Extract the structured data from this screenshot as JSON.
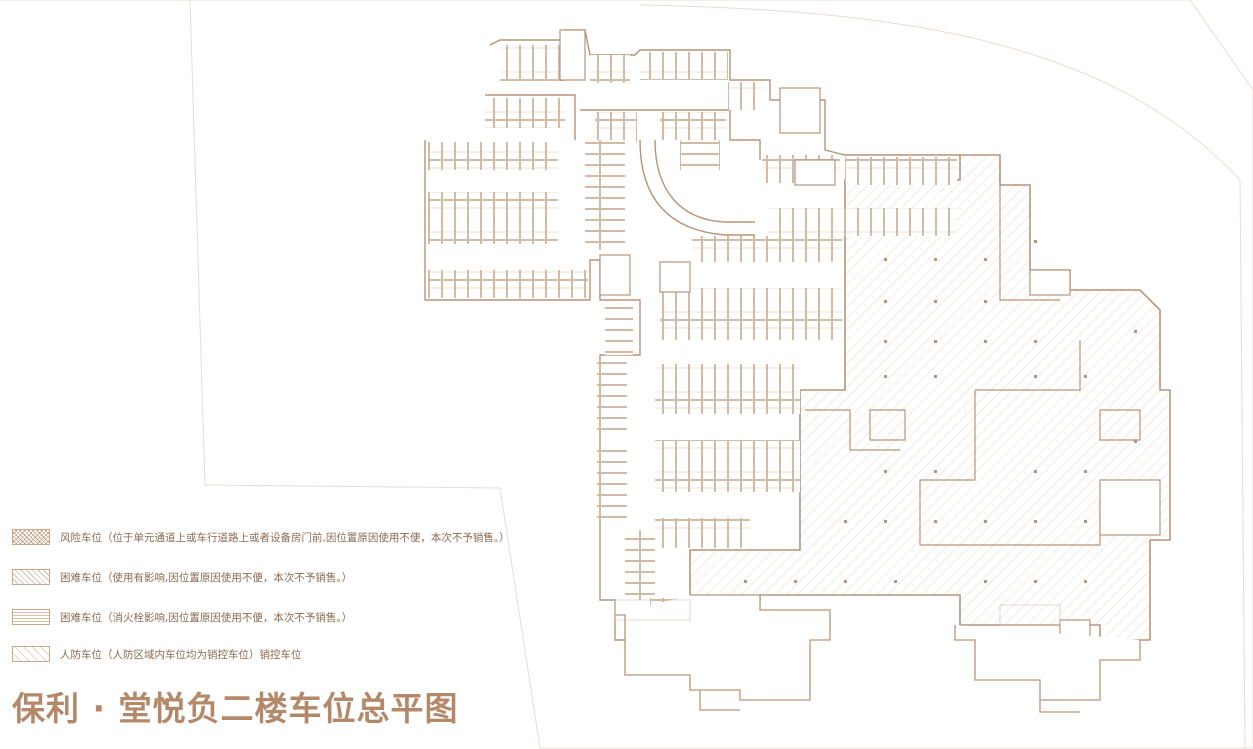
{
  "title": "保利 · 堂悦负二楼车位总平图",
  "legend": [
    {
      "pattern": "risk",
      "label": "风险车位（位于单元通道上或车行道路上或者设备房门前,因位置原因使用不便，本次不予销售。）"
    },
    {
      "pattern": "hard",
      "label": "困难车位（使用有影响,因位置原因使用不便，本次不予销售。）"
    },
    {
      "pattern": "hydrant",
      "label": "困难车位（消火栓影响,因位置原因使用不便，本次不予销售。）"
    },
    {
      "pattern": "civil",
      "label": "人防车位（人防区域内车位均为销控车位）销控车位"
    }
  ],
  "colors": {
    "line": "#b99478",
    "hatch": "#e3d3c3",
    "site_outline": "#e6dcd3",
    "title": "#b3896a",
    "legend_text": "#8a6a50"
  }
}
